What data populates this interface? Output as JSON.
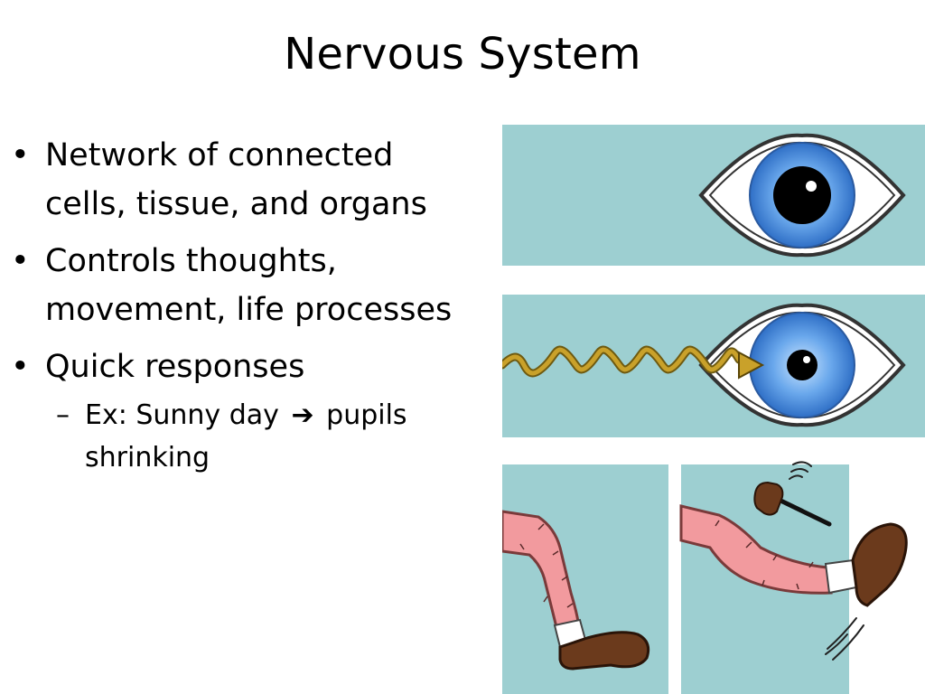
{
  "slide": {
    "title": "Nervous System",
    "bullets": [
      {
        "text": "Network of connected cells, tissue, and organs"
      },
      {
        "text": "Controls thoughts, movement, life processes"
      },
      {
        "text": "Quick responses"
      }
    ],
    "sub_bullet": {
      "prefix": "Ex: Sunny day",
      "arrow": "➔",
      "suffix": "pupils shrinking"
    }
  },
  "illustration": {
    "panels": [
      "eye-open",
      "eye-light-pupil-shrink",
      "leg-relaxed",
      "leg-reflex-hammer"
    ],
    "colors": {
      "panel_bg": "#9dcfd1",
      "iris": "#4a8fe0",
      "skin": "#f29a9e",
      "shoe": "#6b3a1c",
      "light_wave": "#c9a12a"
    }
  }
}
